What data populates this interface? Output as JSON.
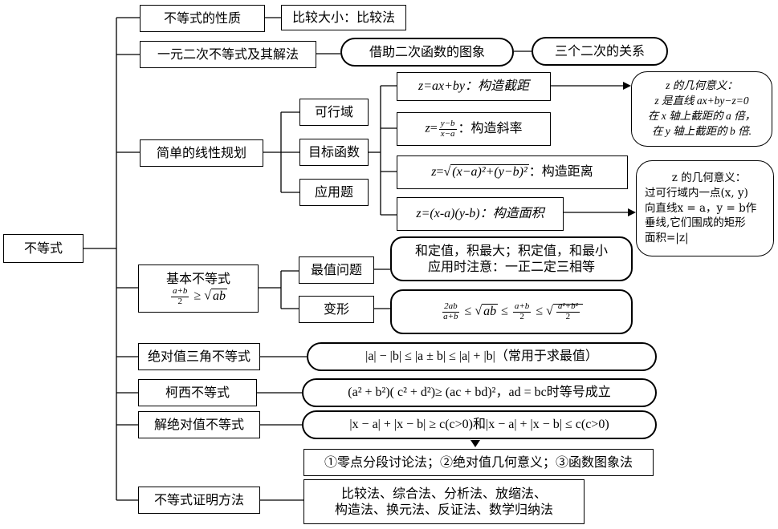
{
  "root": "不等式",
  "nodes": {
    "prop": "不等式的性质",
    "prop_method": "比较大小：比较法",
    "quad": "一元二次不等式及其解法",
    "quad_method": "借助二次函数的图象",
    "quad_relation": "三个二次的关系",
    "lp": "简单的线性规划",
    "lp_feasible": "可行域",
    "lp_objective": "目标函数",
    "lp_application": "应用题",
    "lp_intercept": "z=ax+by：构造截距",
    "lp_slope_label": "：构造斜率",
    "lp_distance_label": "：构造距离",
    "lp_area": "z=(x-a)(y-b)：构造面积",
    "basic_title": "基本不等式",
    "basic_max": "最值问题",
    "basic_max_note": [
      "和定值，积最大；积定值，和最小",
      "应用时注意：一正二定三相等"
    ],
    "basic_transform": "变形",
    "abs_tri": "绝对值三角不等式",
    "abs_tri_formula": "|a| − |b| ≤ |a ± b| ≤ |a| + |b|（常用于求最值）",
    "cauchy": "柯西不等式",
    "cauchy_formula": "(a² + b²)( c² + d²)≥ (ac + bd)²，ad = bc时等号成立",
    "abs_solve": "解绝对值不等式",
    "abs_solve_formula": "|x − a| + |x − b| ≥ c(c>0)和|x − a| + |x − b| ≤ c(c>0)",
    "abs_solve_methods": "①零点分段讨论法；②绝对值几何意义；③函数图象法",
    "proof": "不等式证明方法",
    "proof_methods": [
      "比较法、综合法、分析法、放缩法、",
      "构造法、换元法、反证法、数学归纳法"
    ]
  },
  "notes": {
    "intercept": [
      "z 的几何意义：",
      "z 是直线 ax+by−z=0",
      "在 x 轴上截距的 a 倍，",
      "在 y 轴上截距的 b 倍."
    ],
    "area": [
      "z 的几何意义：",
      "过可行域内一点(x, y)",
      "向直线x = a，y = b作",
      "垂线,它们围成的矩形",
      "面积=|z|"
    ]
  }
}
